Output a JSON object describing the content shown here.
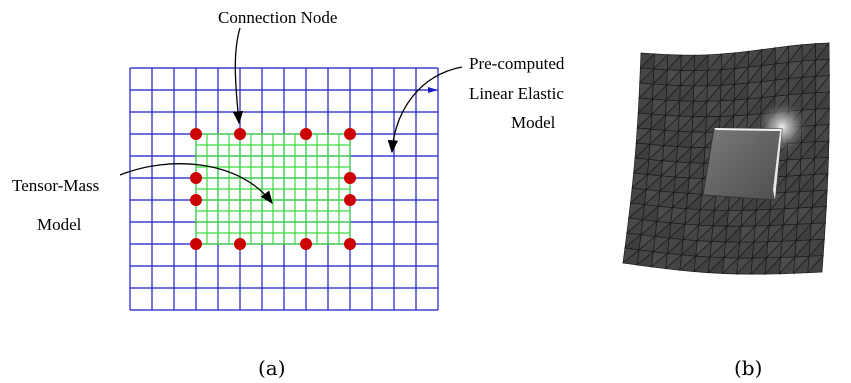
{
  "panel_a": {
    "labels": {
      "connection_node": "Connection Node",
      "precomputed_line1": "Pre-computed",
      "precomputed_line2": "Linear Elastic",
      "precomputed_line3": "Model",
      "tensor_mass_line1": "Tensor-Mass",
      "tensor_mass_line2": "Model"
    },
    "caption": "(a)",
    "colors": {
      "outer_grid": "#1c1cc8",
      "inner_grid": "#3cdc3c",
      "node": "#cc0000",
      "arrow": "#000000",
      "arrow_blue_head": "#1c1cc8"
    }
  },
  "panel_b": {
    "caption": "(b)",
    "colors": {
      "mesh_fill": "#4a4a4a",
      "mesh_edge": "#1a1a1a",
      "hole_fill": "#6a6a6a"
    }
  }
}
